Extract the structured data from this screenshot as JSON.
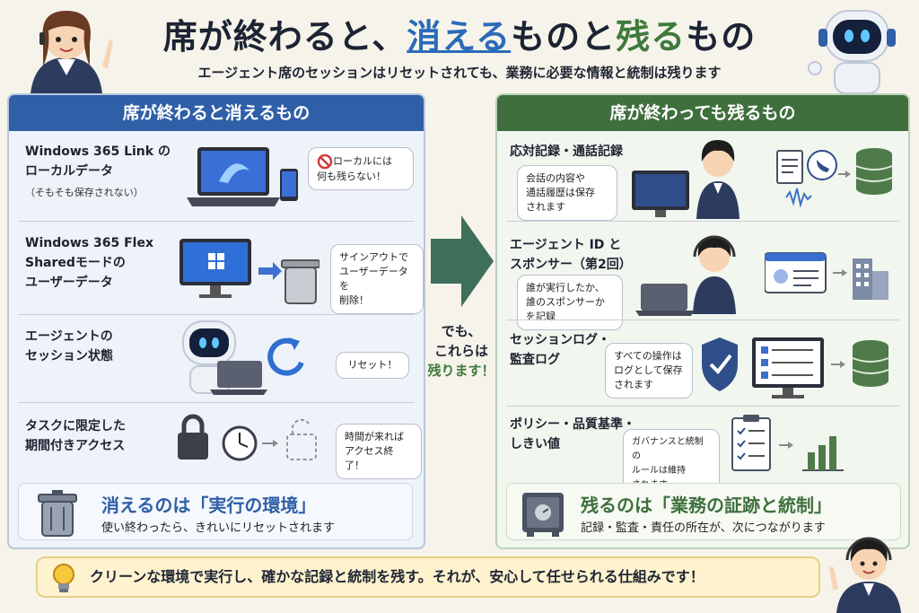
{
  "header": {
    "title_part1": "席が終わると、",
    "title_part2": "消える",
    "title_part3": "ものと",
    "title_part4": "残る",
    "title_part5": "もの",
    "subtitle": "エージェント席のセッションはリセットされても、業務に必要な情報と統制は残ります"
  },
  "left_panel": {
    "header": "席が終わると消えるもの",
    "items": [
      {
        "title_lines": [
          "Windows 365 Link の",
          "ローカルデータ"
        ],
        "note": "（そもそも保存されない）",
        "bubble_lines": [
          "ローカルには",
          "何も残らない！"
        ]
      },
      {
        "title_lines": [
          "Windows 365 Flex",
          "Sharedモードの",
          "ユーザーデータ"
        ],
        "bubble_lines": [
          "サインアウトで",
          "ユーザーデータを",
          "削除！"
        ]
      },
      {
        "title_lines": [
          "エージェントの",
          "セッション状態"
        ],
        "bubble_lines": [
          "リセット！"
        ]
      },
      {
        "title_lines": [
          "タスクに限定した",
          "期間付きアクセス"
        ],
        "bubble_lines": [
          "時間が来れば",
          "アクセス終了！"
        ]
      }
    ],
    "summary": {
      "title": "消えるのは「実行の環境」",
      "sub": "使い終わったら、きれいにリセットされます"
    }
  },
  "middle": {
    "lines": [
      "でも、",
      "これらは",
      "残ります！"
    ]
  },
  "right_panel": {
    "header": "席が終わっても残るもの",
    "items": [
      {
        "title_lines": [
          "応対記録・通話記録"
        ],
        "bubble_lines": [
          "会話の内容や",
          "通話履歴は保存",
          "されます"
        ]
      },
      {
        "title_lines": [
          "エージェント ID と",
          "スポンサー（第2回）"
        ],
        "bubble_lines": [
          "誰が実行したか、",
          "誰のスポンサーか",
          "を記録"
        ]
      },
      {
        "title_lines": [
          "セッションログ・",
          "監査ログ"
        ],
        "bubble_lines": [
          "すべての操作は",
          "ログとして保存",
          "されます"
        ]
      },
      {
        "title_lines": [
          "ポリシー・品質基準・",
          "しきい値"
        ],
        "bubble_lines": [
          "ガバナンスと統制の",
          "ルールは維持",
          "されます"
        ]
      }
    ],
    "summary": {
      "title": "残るのは「業務の証跡と統制」",
      "sub": "記録・監査・責任の所在が、次につながります"
    }
  },
  "footer": {
    "text": "クリーンな環境で実行し、確かな記録と統制を残す。それが、安心して任せられる仕組みです！"
  },
  "colors": {
    "blue": "#2f5fa6",
    "green": "#3f6f3d",
    "title_blue": "#2a6bb8",
    "title_green": "#3e7a3c"
  }
}
